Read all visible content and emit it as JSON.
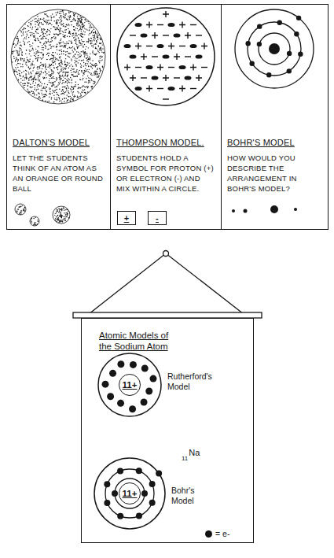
{
  "diagram": {
    "nodes": [
      {
        "text": [
          "DALTON'S MODEL",
          "LET THE STUDENTS THINK OF AN ATOM AS AN ORANGE OR ROUND BALL"
        ]
      },
      {
        "text": [
          "THOMPSON MODEL.",
          "STUDENTS HOLD A SYMBOL FOR PROTON (+) OR ELECTRON (-) AND MIX WITHIN A CIRCLE."
        ]
      },
      {
        "text": [
          "+"
        ],
        "in": 1
      },
      {
        "text": [
          "-"
        ],
        "in": 1
      },
      {
        "text": [
          "BOHR'S MODEL",
          "HOW WOULD YOU DESCRIBE THE ARRANGEMENT IN BOHR'S MODEL?"
        ]
      },
      {
        "text": [
          "Atomic Models of the Sodium Atom"
        ]
      },
      {
        "text": [
          "11+"
        ],
        "in": 5
      },
      {
        "text": [
          "11+"
        ],
        "in": 5
      }
    ],
    "labels": [
      "Rutherford's Model",
      "11",
      "Na",
      "Bohr's Model"
    ],
    "legend": [
      {
        "text": "= e-",
        "color": "#111111"
      }
    ]
  }
}
